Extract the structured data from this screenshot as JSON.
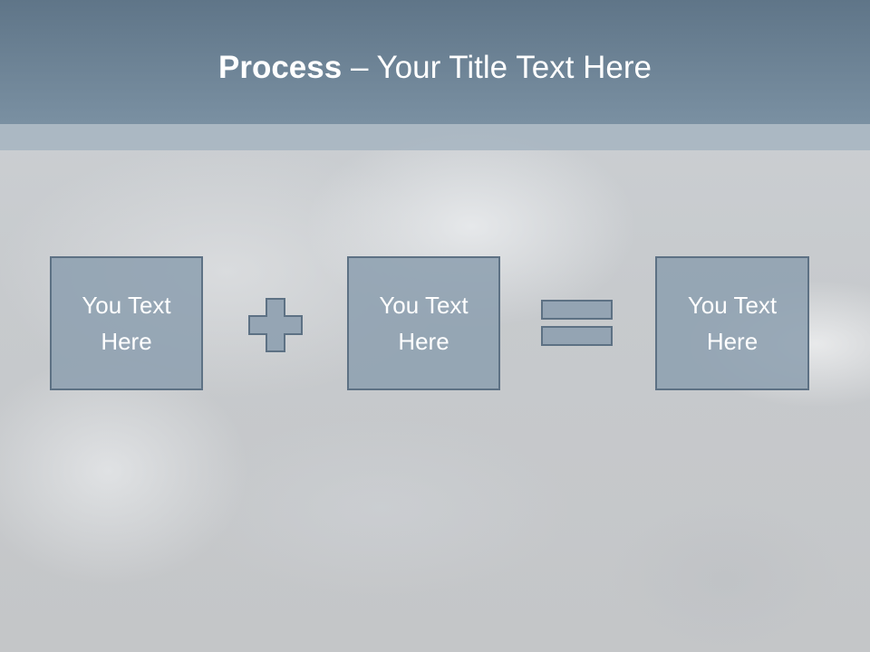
{
  "title": {
    "bold": "Process",
    "rest": " – Your Title Text Here"
  },
  "boxes": [
    {
      "text": "You Text\nHere"
    },
    {
      "text": "You Text\nHere"
    },
    {
      "text": "You Text\nHere"
    }
  ],
  "operators": {
    "first": "plus-icon",
    "second": "equals-icon"
  },
  "colors": {
    "header": "#6f8598",
    "box_fill": "#8ea0b0",
    "box_border": "#5d7184"
  }
}
